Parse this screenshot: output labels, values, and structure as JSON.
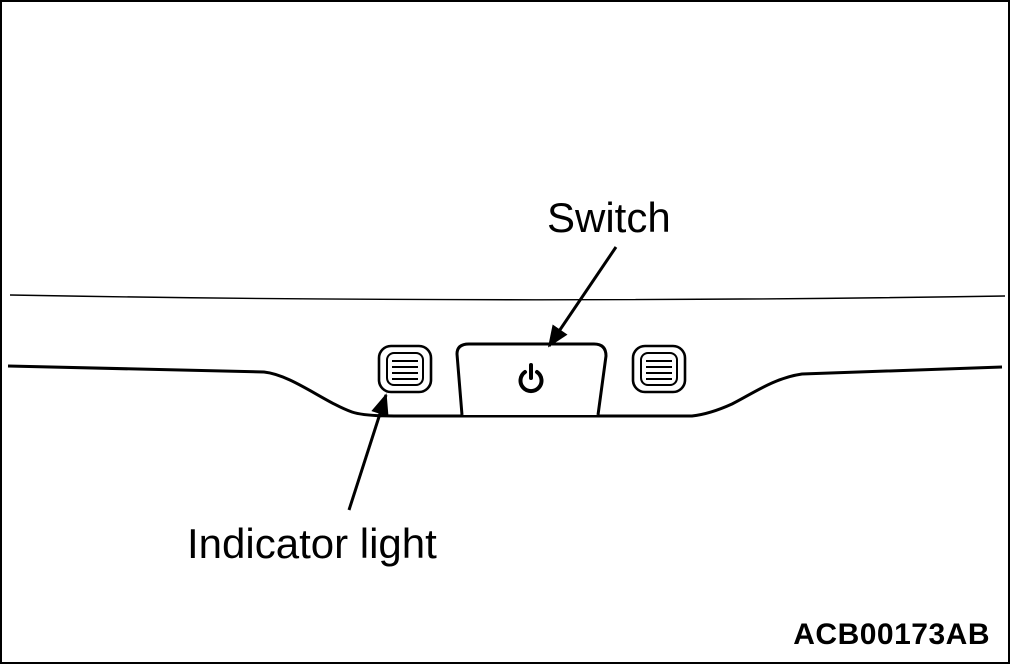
{
  "labels": {
    "switch": "Switch",
    "indicator": "Indicator light",
    "figure_code": "ACB00173AB"
  },
  "icons": {
    "power": "power-icon",
    "indicator_light": "indicator-light-icon"
  },
  "colors": {
    "line": "#000000",
    "background": "#ffffff"
  }
}
